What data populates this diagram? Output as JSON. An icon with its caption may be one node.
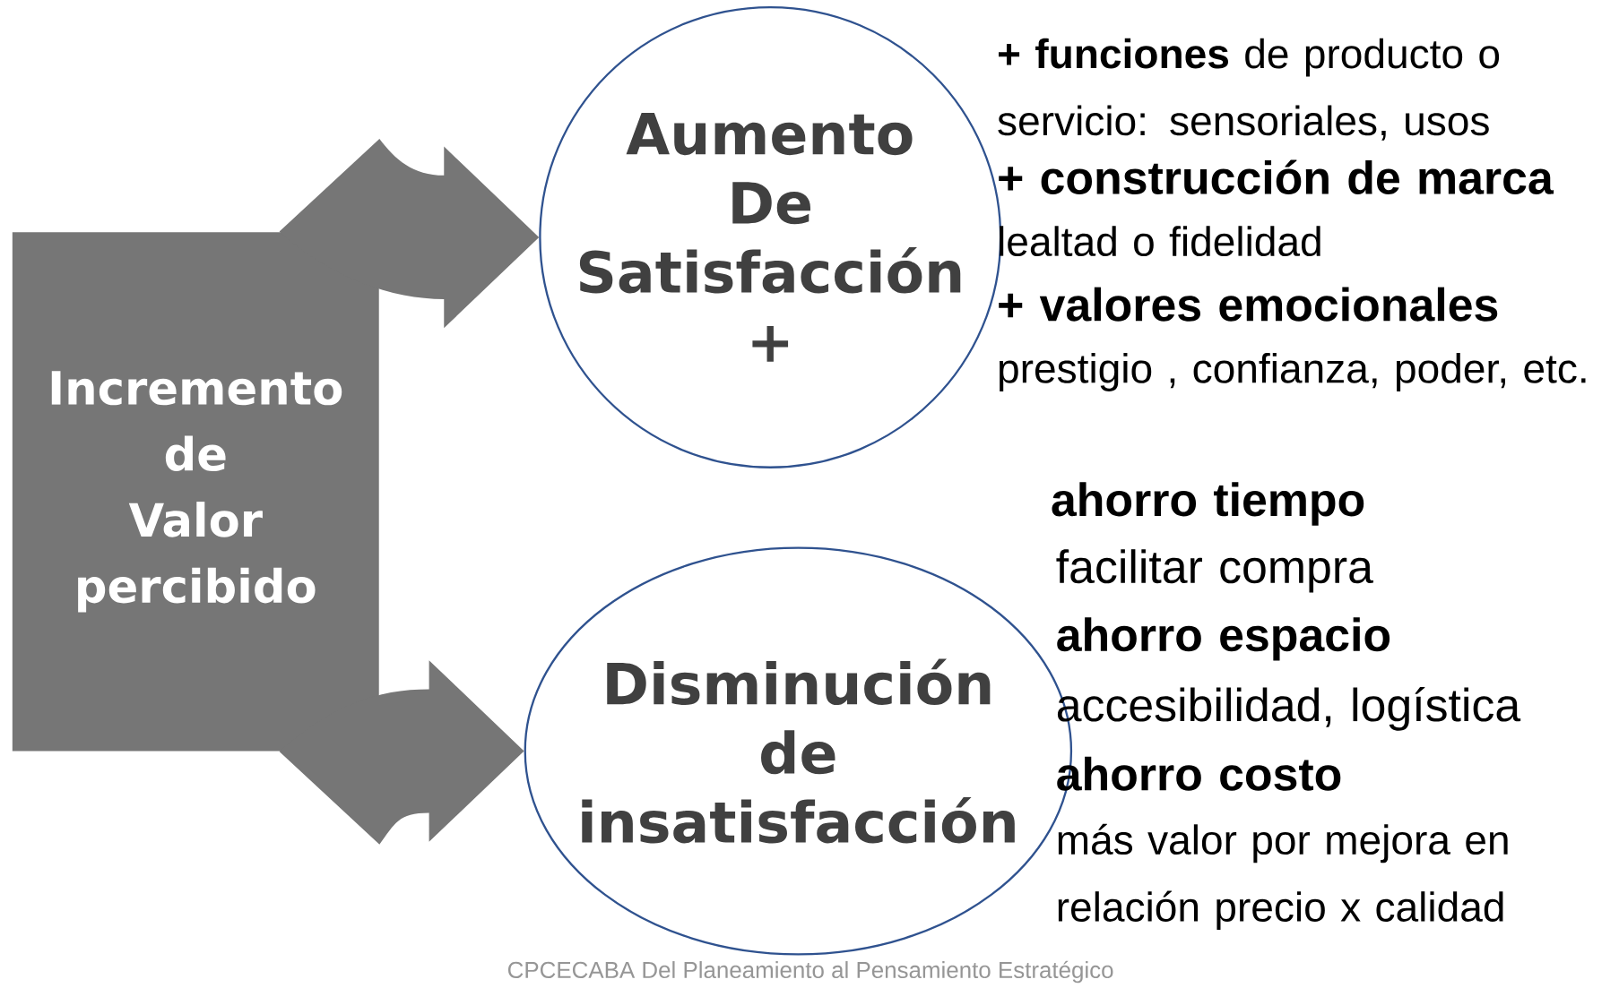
{
  "diagram": {
    "nodes": [
      {
        "text": [
          "Incremento de Valor percibido"
        ]
      },
      {
        "text": [
          "Aumento De Satisfacción +"
        ],
        "beside": [
          "**+ funciones** de producto o servicio: sensoriales, usos",
          "+ construcción de marca",
          "lealtad o fidelidad",
          "+ valores emocionales",
          "prestigio , confianza, poder, etc."
        ]
      },
      {
        "text": [
          "Disminución de insatisfacción"
        ],
        "beside": [
          "ahorro tiempo",
          "facilitar compra",
          "ahorro espacio",
          "accesibilidad, logística",
          "ahorro costo",
          "más valor por mejora en relación precio x calidad"
        ]
      }
    ],
    "edges": [
      {
        "from": 0,
        "to": 1,
        "arrow": "to"
      },
      {
        "from": 0,
        "to": 2,
        "arrow": "to"
      }
    ],
    "labels": [
      "CPCECABA Del Planeamiento al Pensamiento Estratégico"
    ]
  }
}
